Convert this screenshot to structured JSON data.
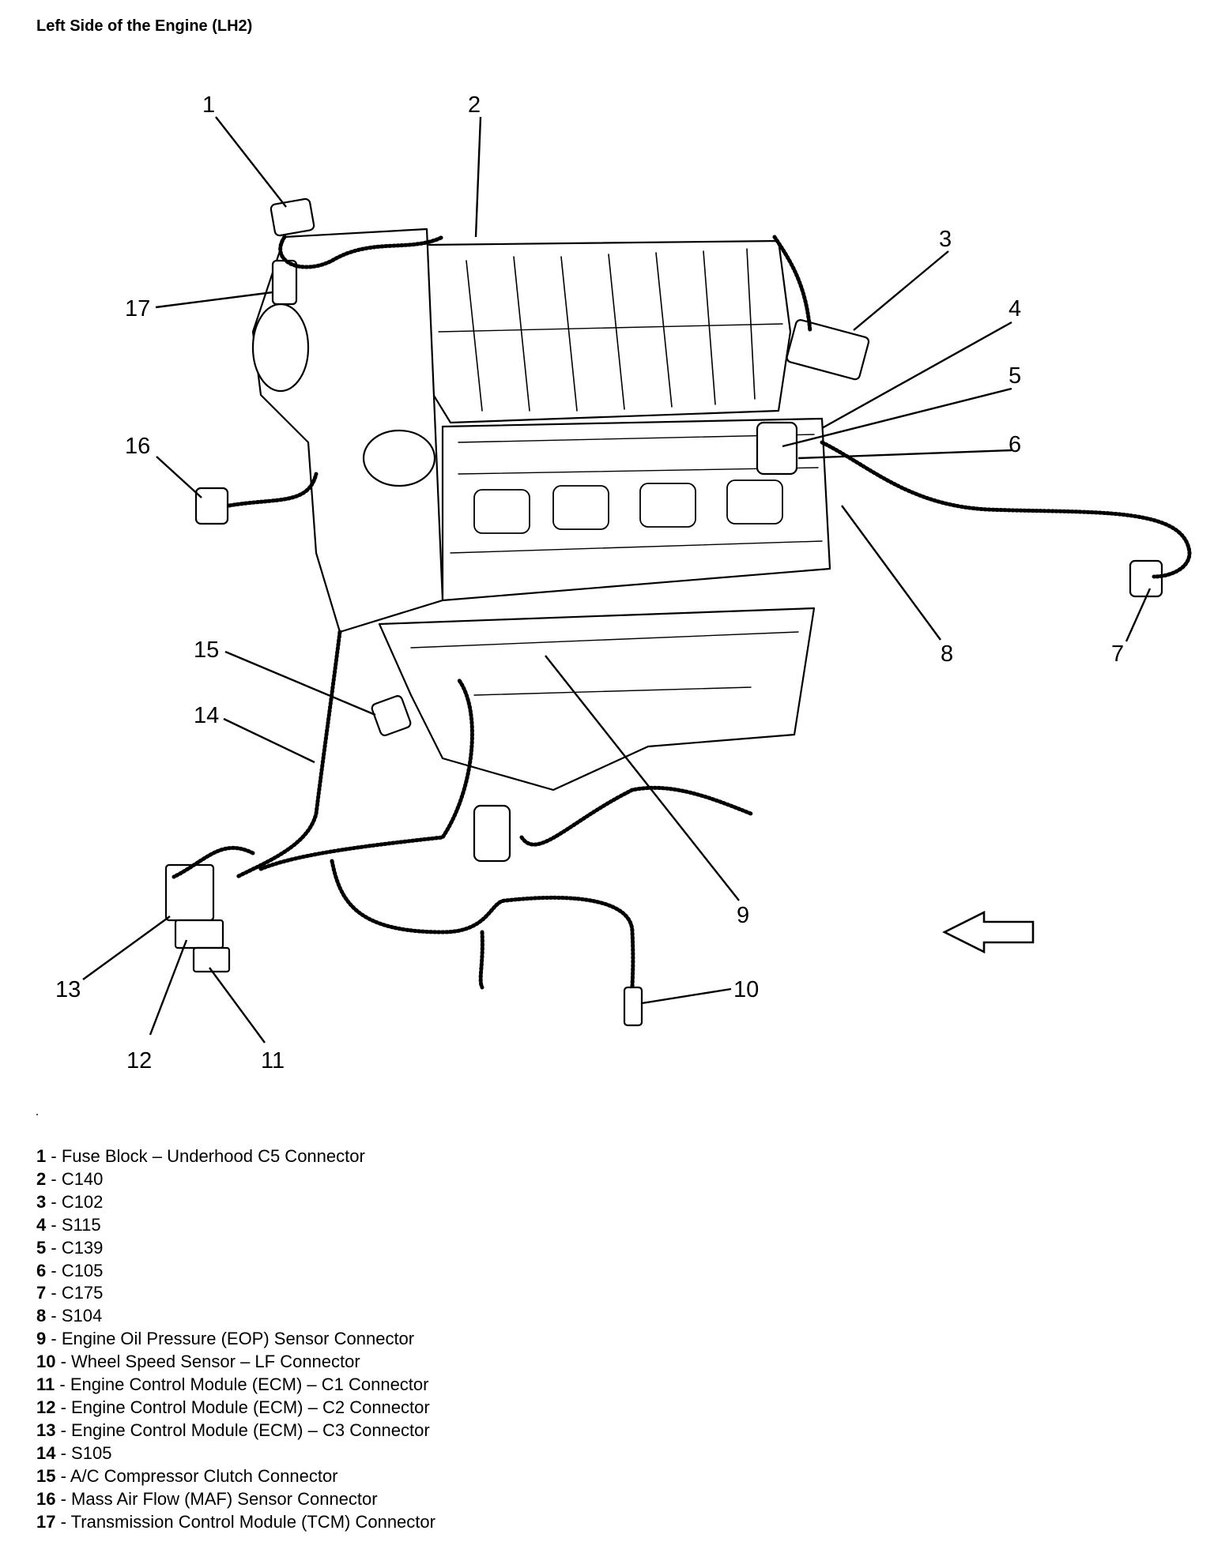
{
  "title": "Left Side of the Engine (LH2)",
  "callouts": [
    "1",
    "2",
    "3",
    "4",
    "5",
    "6",
    "7",
    "8",
    "9",
    "10",
    "11",
    "12",
    "13",
    "14",
    "15",
    "16",
    "17"
  ],
  "legend": [
    {
      "num": "1",
      "sep": " - ",
      "text": "Fuse Block – Underhood C5 Connector"
    },
    {
      "num": "2",
      "sep": " - ",
      "text": "C140"
    },
    {
      "num": "3",
      "sep": " - ",
      "text": "C102"
    },
    {
      "num": "4",
      "sep": " - ",
      "text": "S115"
    },
    {
      "num": "5",
      "sep": " - ",
      "text": "C139"
    },
    {
      "num": "6",
      "sep": " - ",
      "text": "C105"
    },
    {
      "num": "7",
      "sep": " - ",
      "text": "C175"
    },
    {
      "num": "8",
      "sep": " - ",
      "text": "S104"
    },
    {
      "num": "9",
      "sep": " - ",
      "text": "Engine Oil Pressure (EOP) Sensor Connector"
    },
    {
      "num": "10",
      "sep": " - ",
      "text": "Wheel Speed Sensor – LF Connector"
    },
    {
      "num": "11",
      "sep": " - ",
      "text": "Engine Control Module (ECM) – C1 Connector"
    },
    {
      "num": "12",
      "sep": " - ",
      "text": "Engine Control Module (ECM) – C2 Connector"
    },
    {
      "num": "13",
      "sep": " - ",
      "text": "Engine Control Module (ECM) – C3 Connector"
    },
    {
      "num": "14",
      "sep": " - ",
      "text": "S105"
    },
    {
      "num": "15",
      "sep": " - ",
      "text": "A/C Compressor Clutch Connector"
    },
    {
      "num": "16",
      "sep": " - ",
      "text": "Mass Air Flow (MAF) Sensor Connector"
    },
    {
      "num": "17",
      "sep": " - ",
      "text": "Transmission Control Module (TCM) Connector"
    }
  ],
  "icons": [
    "direction-arrow-icon"
  ],
  "colors": {
    "line": "#000000",
    "background": "#ffffff"
  }
}
